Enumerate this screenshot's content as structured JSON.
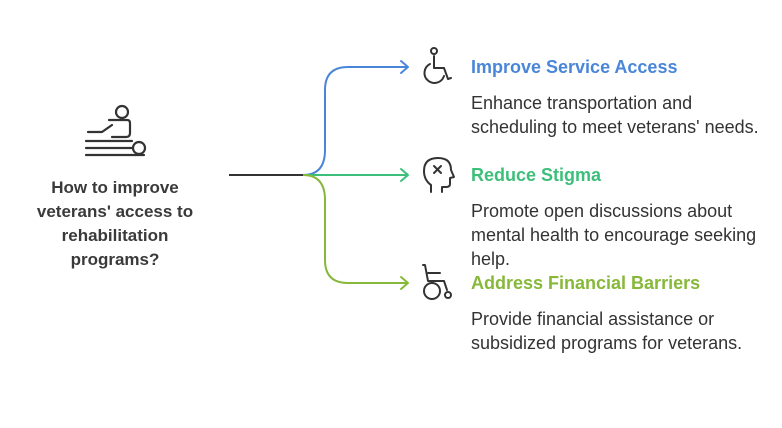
{
  "root": {
    "icon": "massage-therapy-icon",
    "question": "How to improve veterans' access to rehabilitation programs?"
  },
  "colors": {
    "trunk": "#333333",
    "text": "#333333"
  },
  "branches": [
    {
      "title": "Improve Service Access",
      "description": "Enhance transportation and scheduling to meet veterans' needs.",
      "color": "#4a86d8",
      "icon": "accessibility-icon"
    },
    {
      "title": "Reduce Stigma",
      "description": "Promote open discussions about mental health to encourage seeking help.",
      "color": "#3cbf7a",
      "icon": "head-profile-icon"
    },
    {
      "title": "Address Financial Barriers",
      "description": "Provide financial assistance or subsidized programs for veterans.",
      "color": "#86b83a",
      "icon": "wheelchair-icon"
    }
  ]
}
